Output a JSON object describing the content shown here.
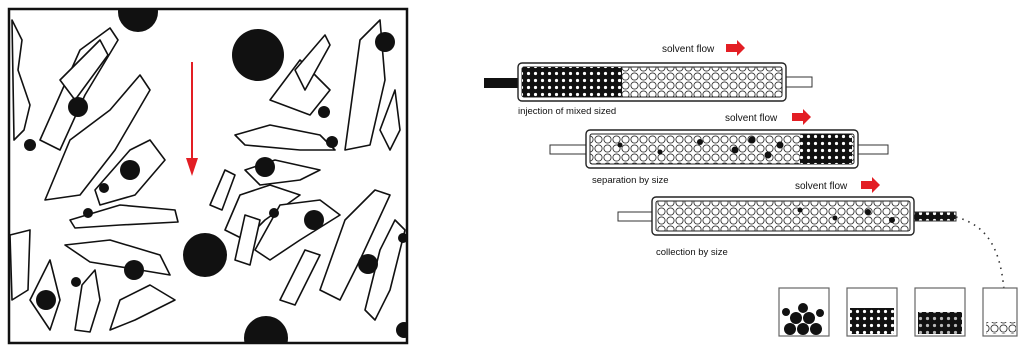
{
  "left_panel": {
    "flow_arrow_color": "#e31e24",
    "ink_color": "#111111"
  },
  "right_panel": {
    "arrow_color": "#e31e24",
    "labels": {
      "solvent_flow_1": "solvent flow",
      "solvent_flow_2": "solvent flow",
      "solvent_flow_3": "solvent flow",
      "injection": "injection of mixed sized",
      "separation": "separation by size",
      "collection": "collection by size"
    }
  }
}
